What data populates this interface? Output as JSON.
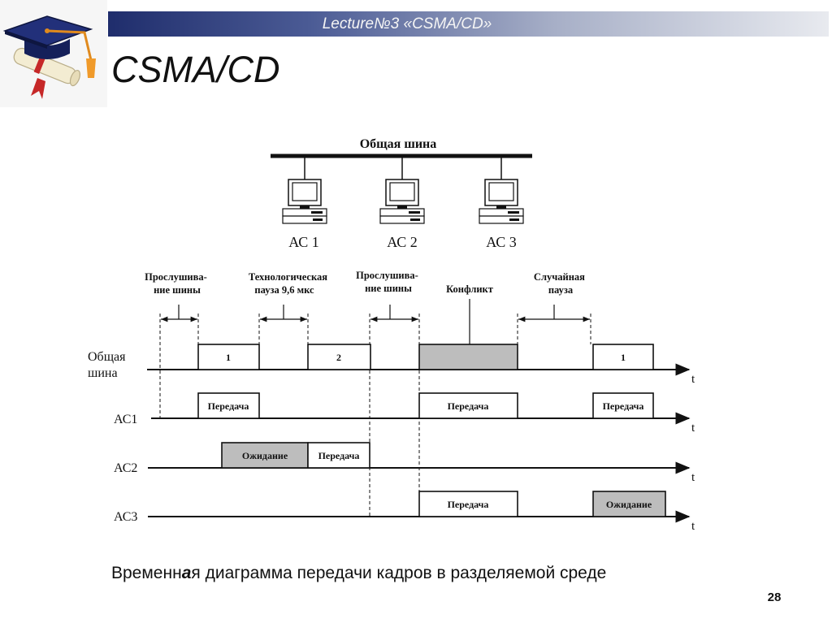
{
  "slide": {
    "header": "Lecture№3 «CSMA/CD»",
    "title": "CSMA/CD",
    "caption_start": "Временн",
    "caption_emphasis": "а",
    "caption_end": "я диаграмма передачи кадров в разделяемой среде",
    "page_number": "28",
    "logo_icon": "graduation-cap-diploma-icon"
  },
  "diagram": {
    "bus_label": "Общая шина",
    "stations": [
      {
        "label": "АС 1",
        "icon": "computer-icon"
      },
      {
        "label": "АС 2",
        "icon": "computer-icon"
      },
      {
        "label": "АС 3",
        "icon": "computer-icon"
      }
    ],
    "annotations": {
      "listen_1": [
        "Прослушива-",
        "ние шины"
      ],
      "tech_pause": [
        "Технологическая",
        "пауза 9,6 мкс"
      ],
      "listen_2": [
        "Прослушива-",
        "ние шины"
      ],
      "conflict": "Конфликт",
      "random_pause": [
        "Случайная",
        "пауза"
      ]
    },
    "axis_label": "t",
    "rows": [
      {
        "label": [
          "Общая",
          "шина"
        ],
        "frames": [
          "1",
          "2",
          "",
          "1"
        ]
      },
      {
        "label": [
          "АС1"
        ],
        "frames": [
          "Передача",
          "Передача",
          "Передача"
        ]
      },
      {
        "label": [
          "АС2"
        ],
        "frames": [
          "Ожидание",
          "Передача"
        ]
      },
      {
        "label": [
          "АС3"
        ],
        "frames": [
          "Передача",
          "Ожидание"
        ]
      }
    ]
  },
  "colors": {
    "header_band_dark": "#1f2d6c",
    "header_band_light": "#e8eaef",
    "frame_gray": "#bdbdbd",
    "line": "#111111"
  }
}
